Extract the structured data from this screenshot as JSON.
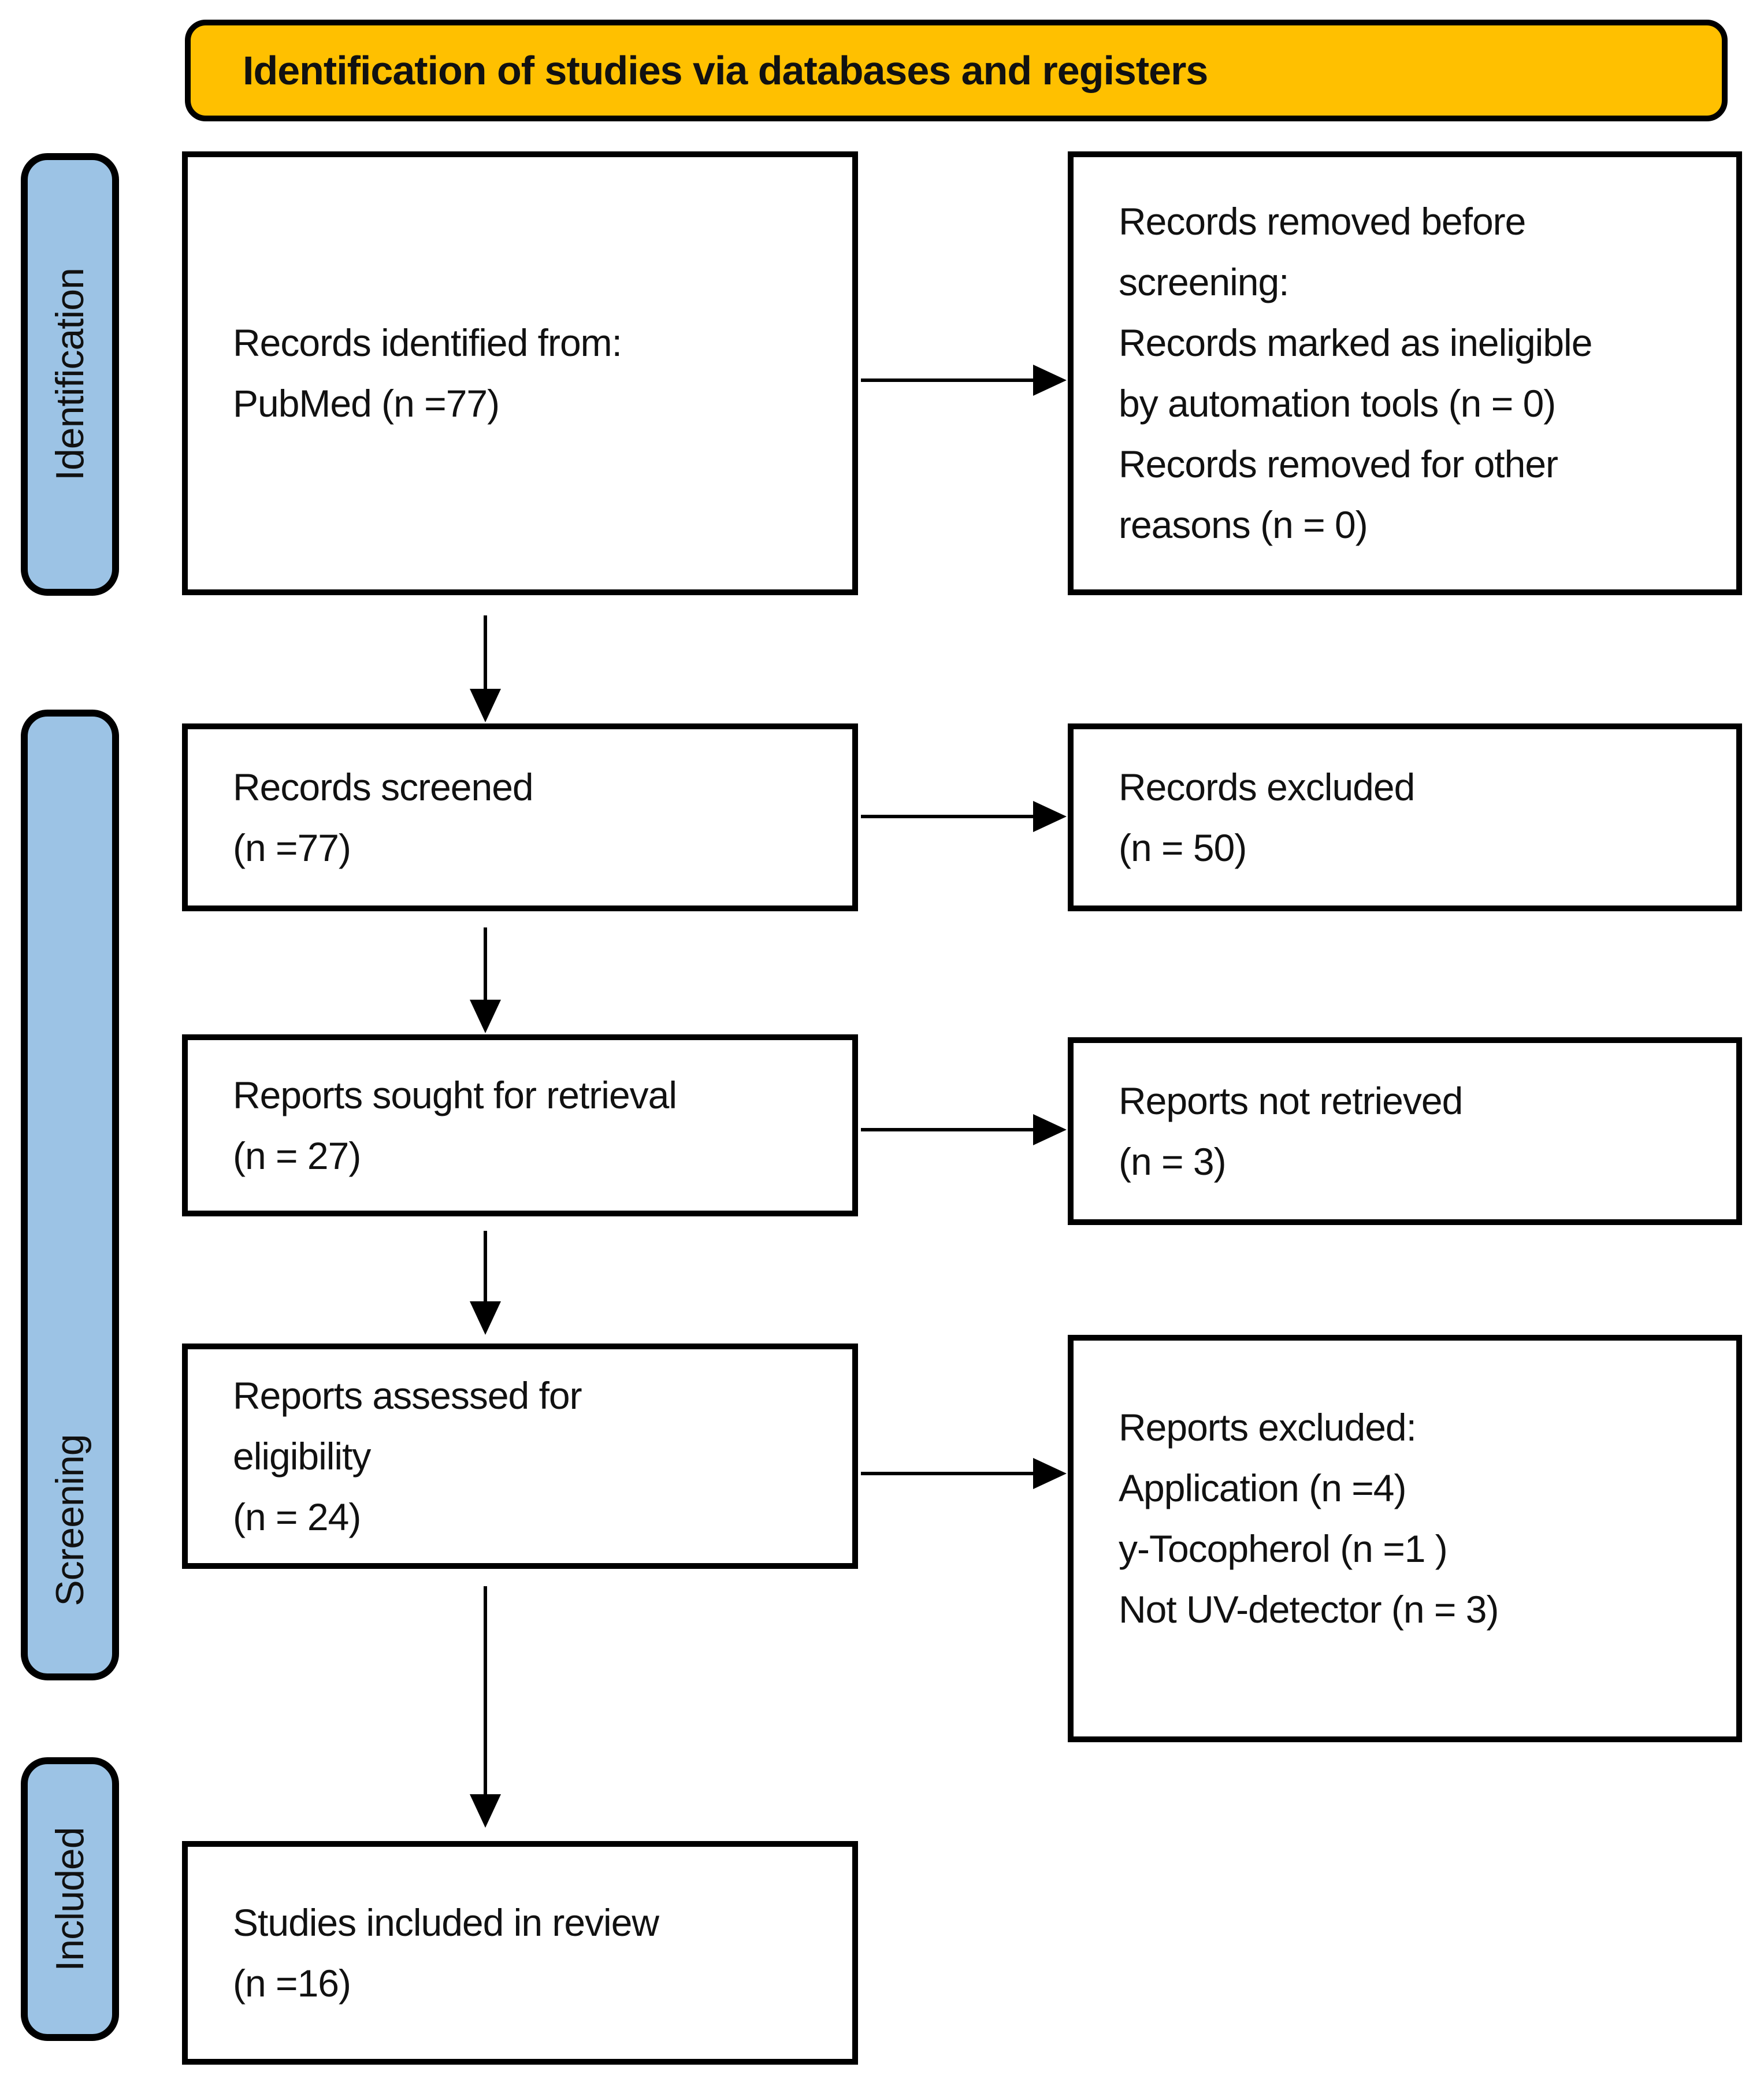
{
  "colors": {
    "banner": "#FFC000",
    "stage": "#9CC3E5",
    "line": "#000000",
    "text": "#111111"
  },
  "banner": {
    "title": "Identification of studies via databases and registers"
  },
  "stages": {
    "identification": "Identification",
    "screening": "Screening",
    "included": "Included"
  },
  "flow": {
    "identified": "Records identified from:\nPubMed (n =77)",
    "removed_before_screening": "Records removed before\nscreening:\nRecords marked as ineligible\nby automation tools (n = 0)\nRecords removed for other\nreasons (n = 0)",
    "screened": "Records screened\n(n =77)",
    "records_excluded": "Records excluded\n(n = 50)",
    "sought_for_retrieval": "Reports sought for retrieval\n(n = 27)",
    "not_retrieved": "Reports not retrieved\n(n = 3)",
    "assessed_for_eligibility": "Reports assessed for\neligibility\n(n = 24)",
    "reports_excluded": "Reports excluded:\nApplication (n =4)\ny-Tocopherol (n =1 )\nNot UV-detector (n = 3)",
    "included_in_review": "Studies included in review\n(n =16)"
  }
}
